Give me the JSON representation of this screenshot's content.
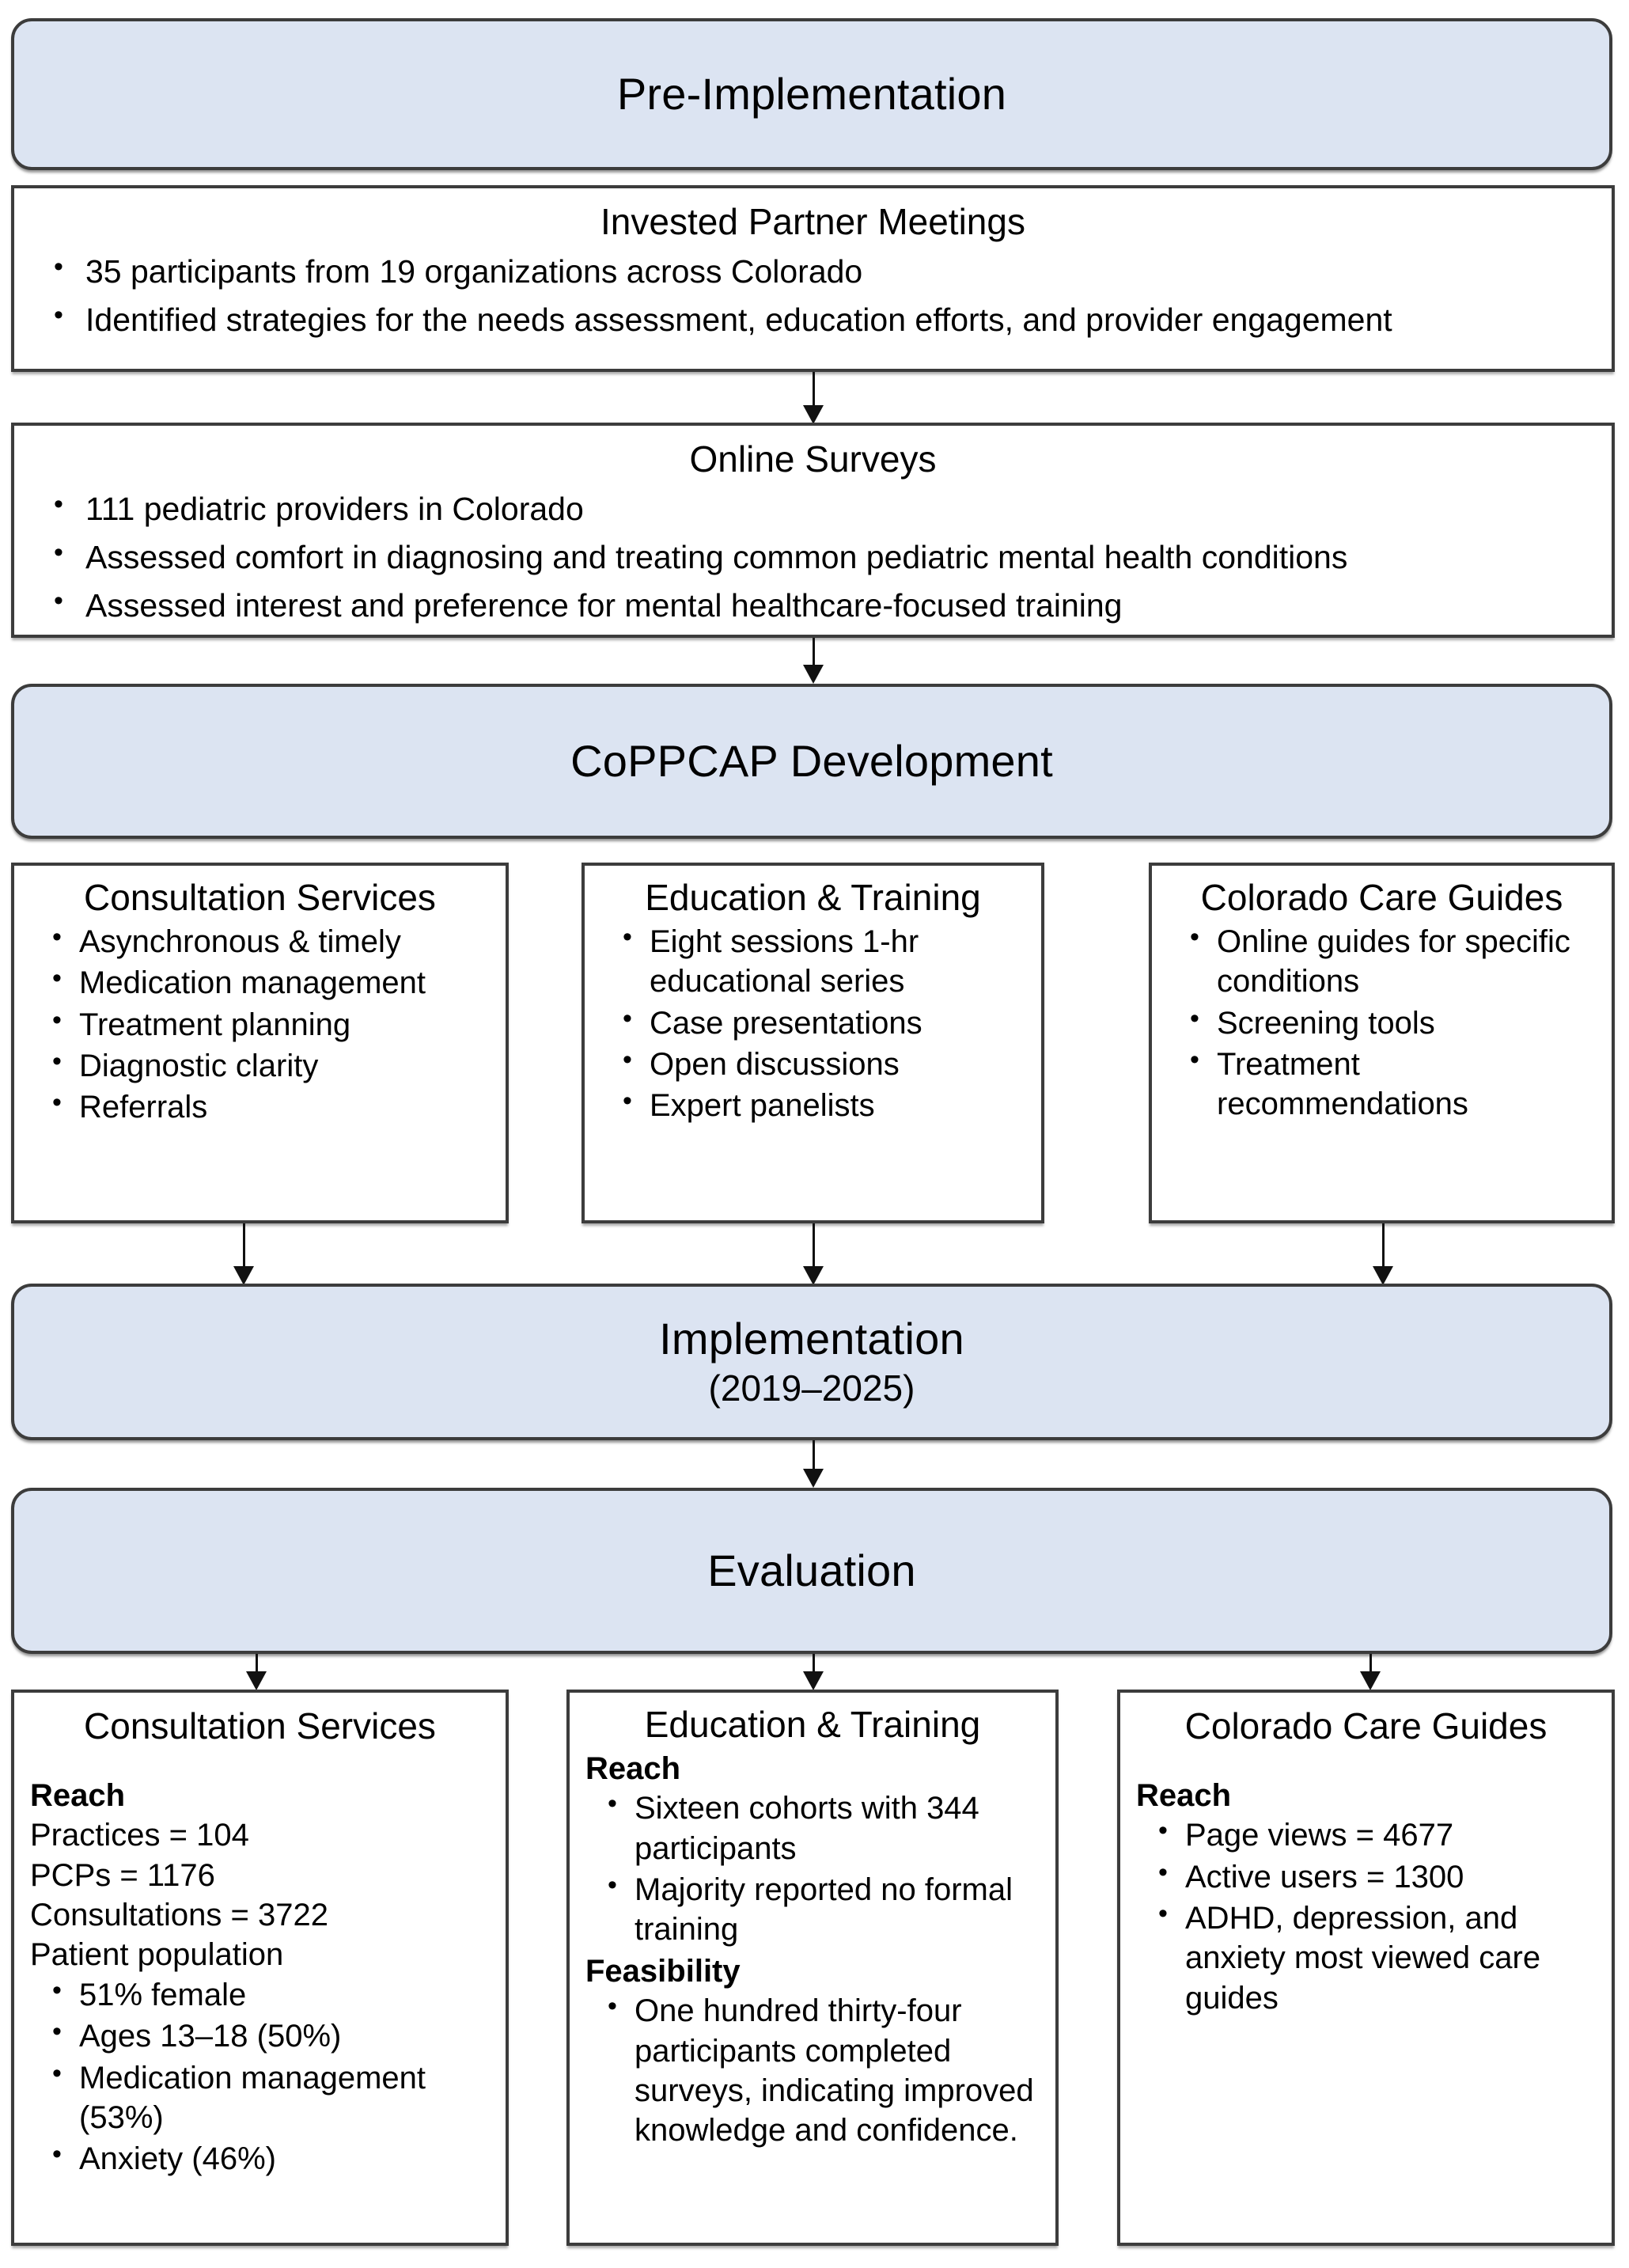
{
  "colors": {
    "banner_fill": "#dce4f2",
    "banner_border": "#3c3c3c",
    "box_border": "#3c3c3c",
    "text": "#000000"
  },
  "stages": {
    "pre_implementation": {
      "title": "Pre-Implementation"
    },
    "coppcap_development": {
      "title": "CoPPCAP Development"
    },
    "implementation": {
      "title": "Implementation",
      "subtitle": "(2019–2025)"
    },
    "evaluation": {
      "title": "Evaluation"
    }
  },
  "pre_implementation_steps": [
    {
      "title": "Invested Partner Meetings",
      "bullets": [
        "35 participants from 19 organizations across Colorado",
        "Identified strategies for the needs assessment, education efforts, and provider engagement"
      ]
    },
    {
      "title": "Online Surveys",
      "bullets": [
        "111 pediatric providers in Colorado",
        "Assessed comfort in diagnosing and treating common pediatric mental health conditions",
        "Assessed interest and preference for mental healthcare-focused training"
      ]
    }
  ],
  "components": [
    {
      "title": "Consultation Services",
      "bullets": [
        "Asynchronous & timely",
        "Medication management",
        "Treatment planning",
        "Diagnostic clarity",
        "Referrals"
      ]
    },
    {
      "title": "Education & Training",
      "bullets": [
        "Eight sessions 1-hr educational series",
        "Case presentations",
        "Open discussions",
        "Expert panelists"
      ]
    },
    {
      "title": "Colorado Care Guides",
      "bullets": [
        "Online guides for specific conditions",
        "Screening tools",
        "Treatment recommendations"
      ]
    }
  ],
  "evaluation_results": {
    "consultation_services": {
      "title": "Consultation Services",
      "reach_label": "Reach",
      "lines": [
        "Practices = 104",
        "PCPs = 1176",
        "Consultations = 3722",
        "Patient population"
      ],
      "bullets": [
        "51% female",
        "Ages 13–18 (50%)",
        "Medication management (53%)",
        "Anxiety (46%)"
      ]
    },
    "education_training": {
      "title": "Education & Training",
      "reach_label": "Reach",
      "reach_bullets": [
        "Sixteen cohorts with 344 participants",
        "Majority reported no formal training"
      ],
      "feasibility_label": "Feasibility",
      "feasibility_bullets": [
        "One hundred thirty-four participants completed surveys, indicating improved knowledge and confidence."
      ]
    },
    "colorado_care_guides": {
      "title": "Colorado Care Guides",
      "reach_label": "Reach",
      "bullets": [
        "Page views = 4677",
        "Active users = 1300",
        "ADHD, depression, and anxiety most viewed care guides"
      ]
    }
  }
}
